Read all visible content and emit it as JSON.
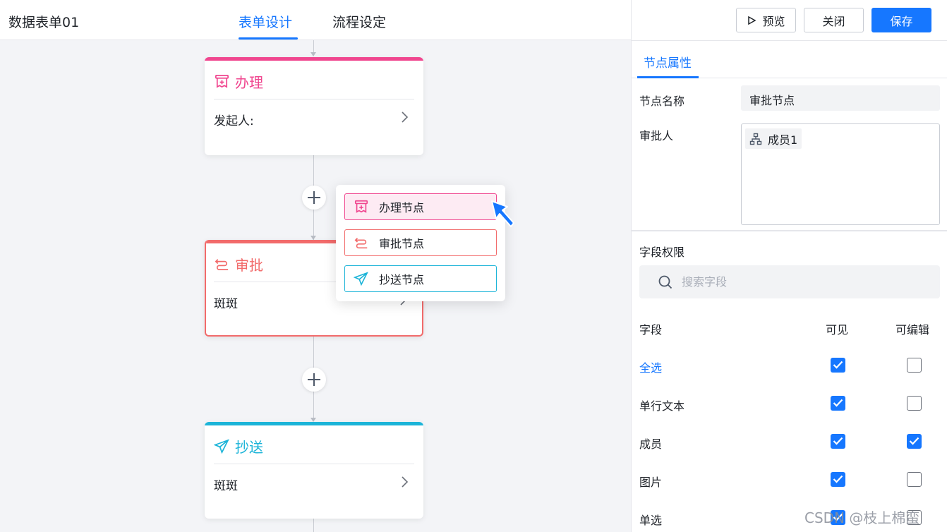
{
  "header": {
    "app_title": "数据表单01",
    "tabs": [
      {
        "label": "表单设计",
        "active": true
      },
      {
        "label": "流程设定",
        "active": false
      }
    ],
    "buttons": {
      "preview": "预览",
      "close": "关闭",
      "save": "保存"
    }
  },
  "canvas": {
    "nodes": [
      {
        "type": "办理",
        "title": "办理",
        "body": "发起人:",
        "color": "#f0468f",
        "icon": "handle-node-icon"
      },
      {
        "type": "审批",
        "title": "审批",
        "body": "斑斑",
        "color": "#f26b6b",
        "icon": "approve-node-icon"
      },
      {
        "type": "抄送",
        "title": "抄送",
        "body": "斑斑",
        "color": "#1cb4d8",
        "icon": "cc-node-icon"
      }
    ],
    "add_menu": [
      {
        "label": "办理节点",
        "color": "#f0468f",
        "icon": "handle-node-icon",
        "hovered": true
      },
      {
        "label": "审批节点",
        "color": "#f26b6b",
        "icon": "approve-node-icon",
        "hovered": false
      },
      {
        "label": "抄送节点",
        "color": "#1cb4d8",
        "icon": "cc-node-icon",
        "hovered": false
      }
    ]
  },
  "panel": {
    "tab": "节点属性",
    "node_name_label": "节点名称",
    "node_name_value": "审批节点",
    "approver_label": "审批人",
    "approver_chip": "成员1",
    "field_permissions_label": "字段权限",
    "search_placeholder": "搜索字段",
    "columns": {
      "field": "字段",
      "visible": "可见",
      "editable": "可编辑"
    },
    "fields": [
      {
        "name": "全选",
        "visible": true,
        "editable": false,
        "link": true
      },
      {
        "name": "单行文本",
        "visible": true,
        "editable": false,
        "link": false
      },
      {
        "name": "成员",
        "visible": true,
        "editable": true,
        "link": false
      },
      {
        "name": "图片",
        "visible": true,
        "editable": false,
        "link": false
      },
      {
        "name": "单选",
        "visible": true,
        "editable": false,
        "link": false
      }
    ]
  },
  "watermark": "CSDN @枝上棉蛮",
  "colors": {
    "accent": "#1677ff",
    "canvas_bg": "#f3f4f7"
  }
}
